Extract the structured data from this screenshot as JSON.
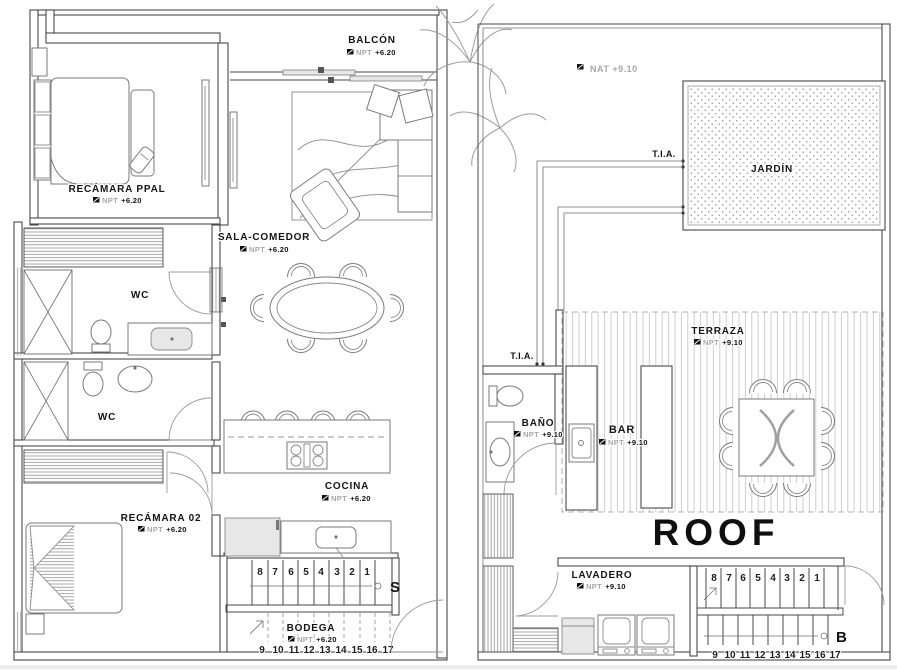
{
  "colors": {
    "paper": "#ffffff",
    "line": "#4a4a4a",
    "furniture_line": "#7a7a7a",
    "pattern_gray": "#bdbdbd",
    "fill_gray": "#e7e7e7",
    "text": "#151515",
    "muted_text": "#a8a8a8"
  },
  "level_plan": {
    "balcon": {
      "name": "BALCÓN",
      "npt": "NPT",
      "level": "+6.20"
    },
    "recamara_ppal": {
      "name": "RECÁMARA PPAL",
      "npt": "NPT",
      "level": "+6.20"
    },
    "sala_comedor": {
      "name": "SALA-COMEDOR",
      "npt": "NPT",
      "level": "+6.20"
    },
    "wc_upper": {
      "name": "WC"
    },
    "wc_lower": {
      "name": "WC"
    },
    "cocina": {
      "name": "COCINA",
      "npt": "NPT",
      "level": "+6.20"
    },
    "recamara_02": {
      "name": "RECÁMARA 02",
      "npt": "NPT",
      "level": "+6.20"
    },
    "bodega": {
      "name": "BODEGA",
      "npt": "NPT",
      "level": "+6.20"
    },
    "stairs": {
      "upper": [
        "8",
        "7",
        "6",
        "5",
        "4",
        "3",
        "2",
        "1"
      ],
      "lower": [
        "9",
        "10",
        "11",
        "12",
        "13",
        "14",
        "15",
        "16",
        "17"
      ],
      "direction": "S"
    }
  },
  "roof_plan": {
    "nat_level": "NAT +9.10",
    "tia_top": "T.I.A.",
    "tia_mid": "T.I.A.",
    "jardin": {
      "name": "JARDÍN"
    },
    "terraza": {
      "name": "TERRAZA",
      "npt": "NPT",
      "level": "+9.10"
    },
    "bano": {
      "name": "BAÑO",
      "npt": "NPT",
      "level": "+9.10"
    },
    "bar": {
      "name": "BAR",
      "npt": "NPT",
      "level": "+9.10"
    },
    "lavadero": {
      "name": "LAVADERO",
      "npt": "NPT",
      "level": "+9.10"
    },
    "roof_label": "ROOF",
    "stairs": {
      "upper": [
        "8",
        "7",
        "6",
        "5",
        "4",
        "3",
        "2",
        "1"
      ],
      "lower": [
        "9",
        "10",
        "11",
        "12",
        "13",
        "14",
        "15",
        "16",
        "17"
      ],
      "direction": "B"
    }
  }
}
